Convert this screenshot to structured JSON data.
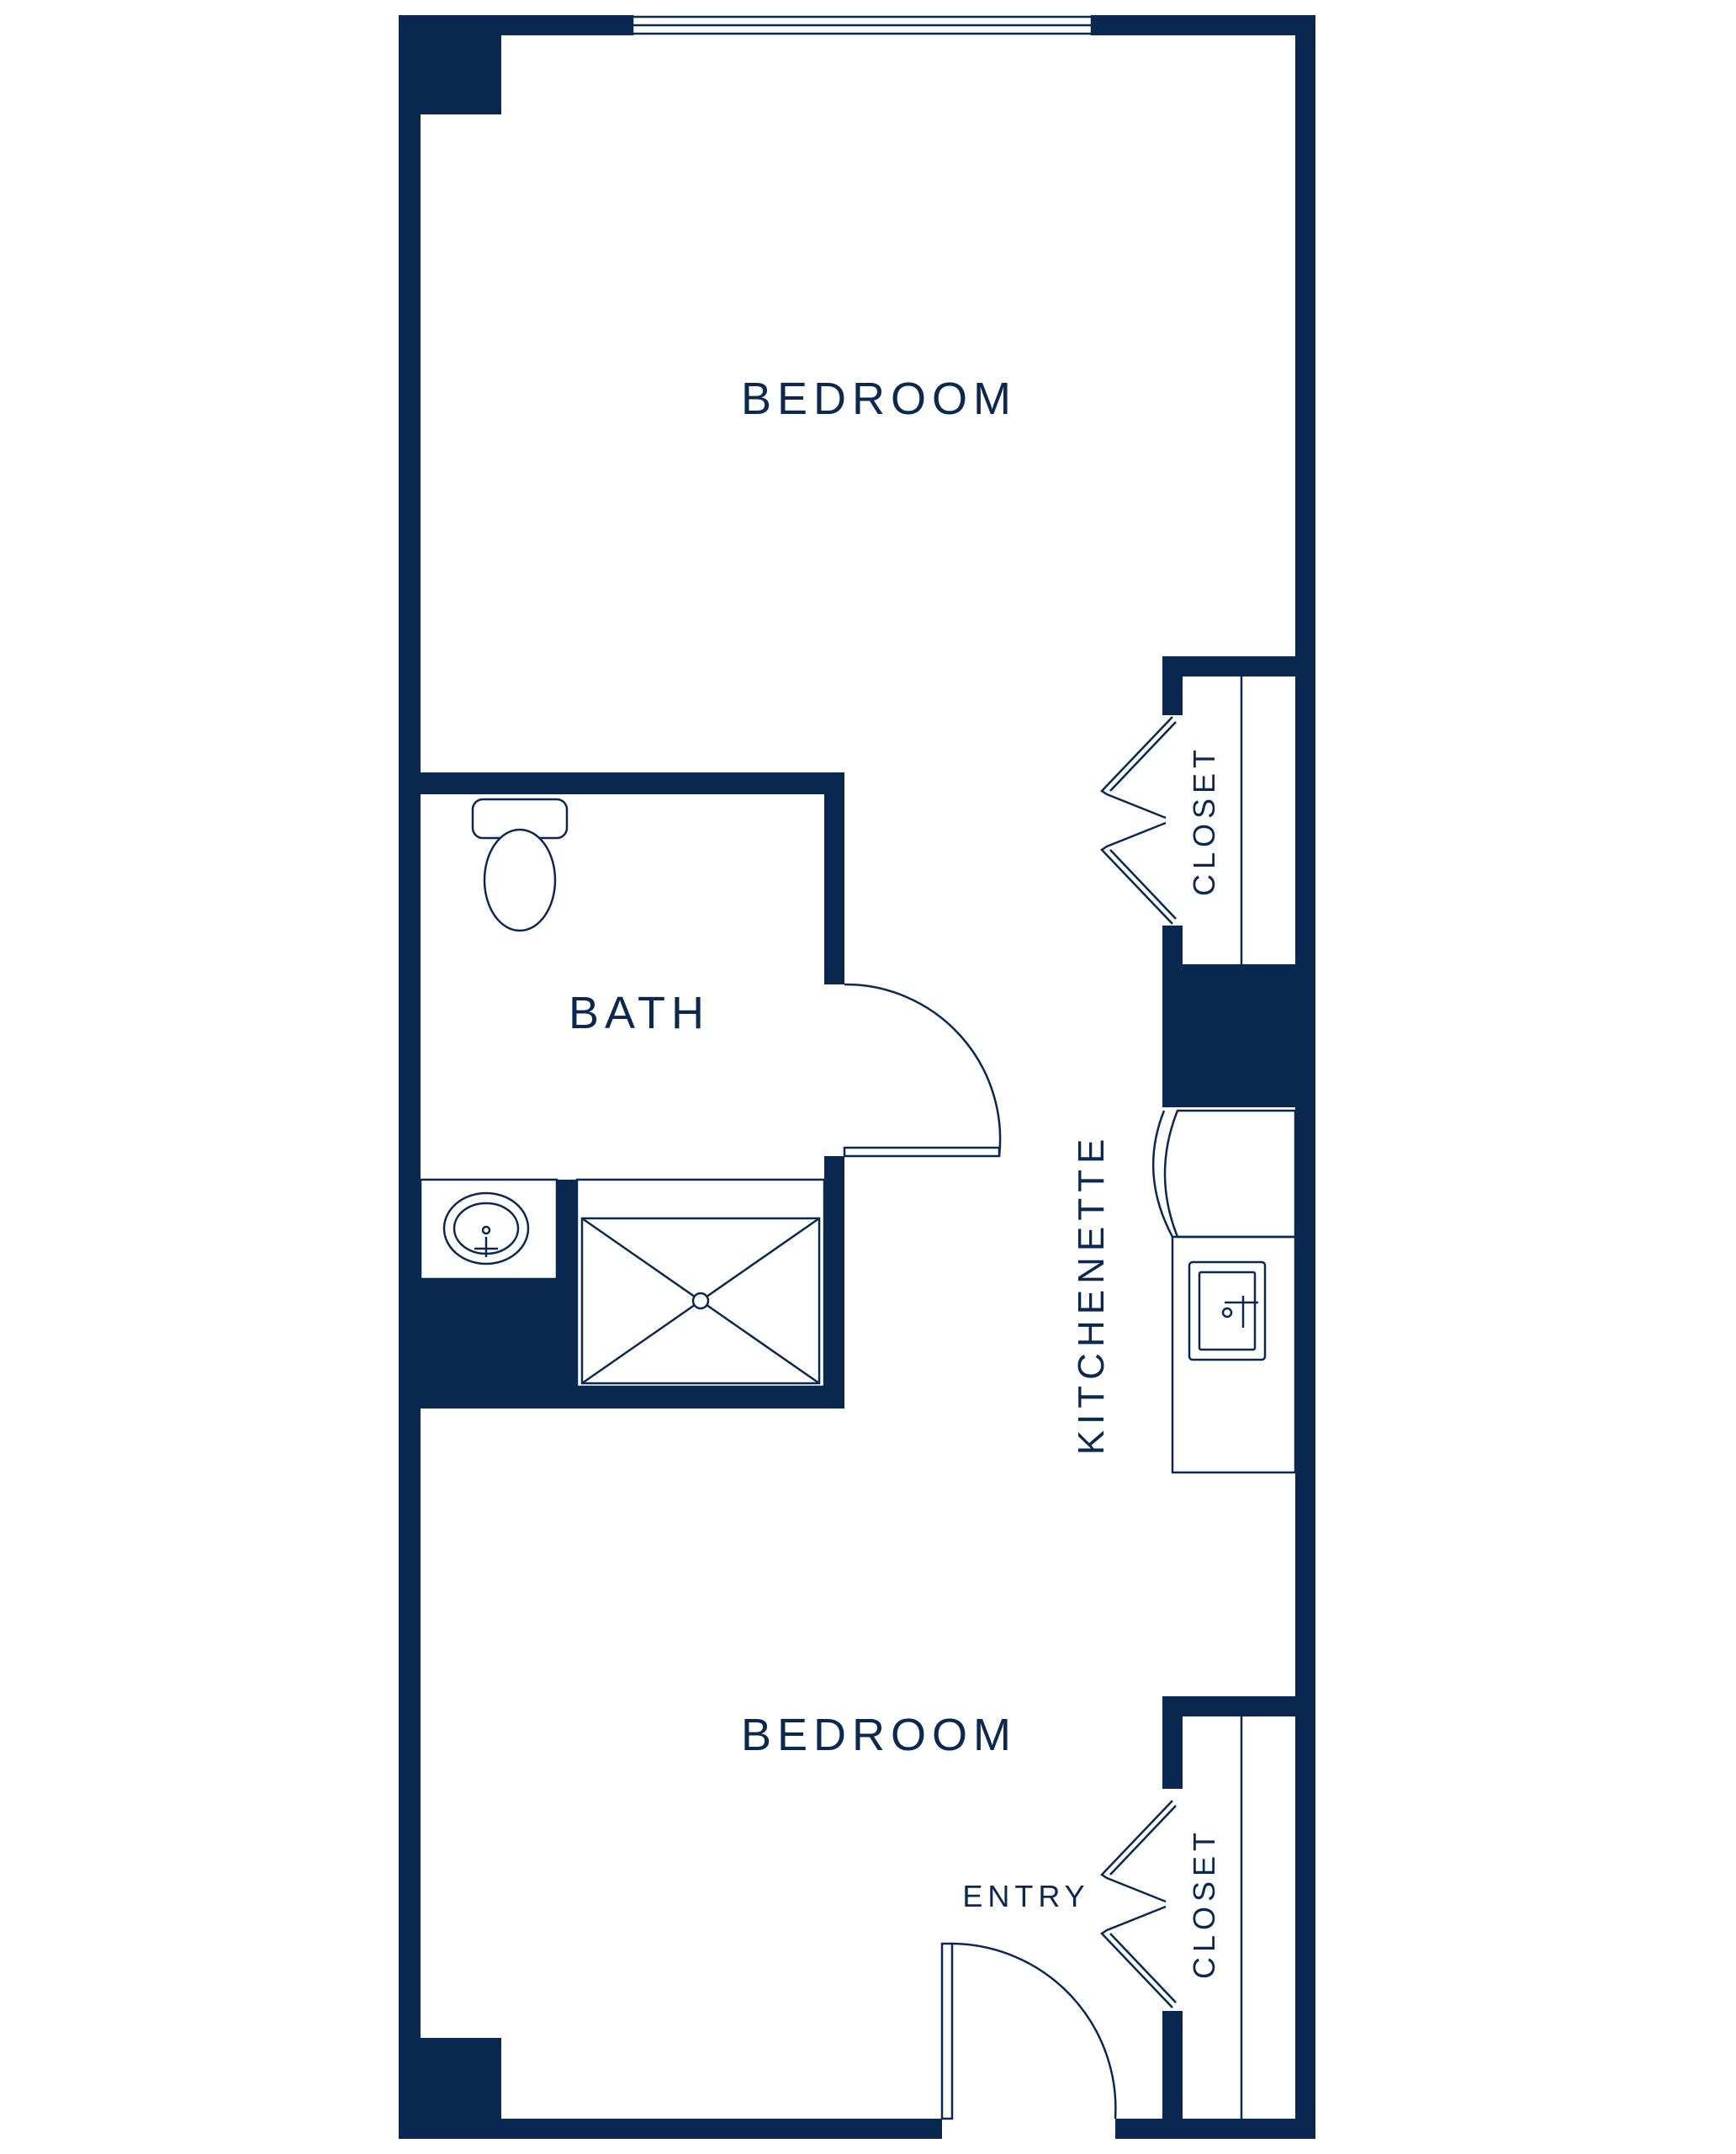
{
  "plan": {
    "title": "Unit floor plan",
    "colors": {
      "wall": "#0a2850",
      "background": "#ffffff"
    },
    "labels": {
      "bedroom_top": "BEDROOM",
      "bath": "BATH",
      "closet_top": "CLOSET",
      "kitchenette": "KITCHENETTE",
      "bedroom_bottom": "BEDROOM",
      "entry": "ENTRY",
      "closet_bottom": "CLOSET"
    }
  }
}
